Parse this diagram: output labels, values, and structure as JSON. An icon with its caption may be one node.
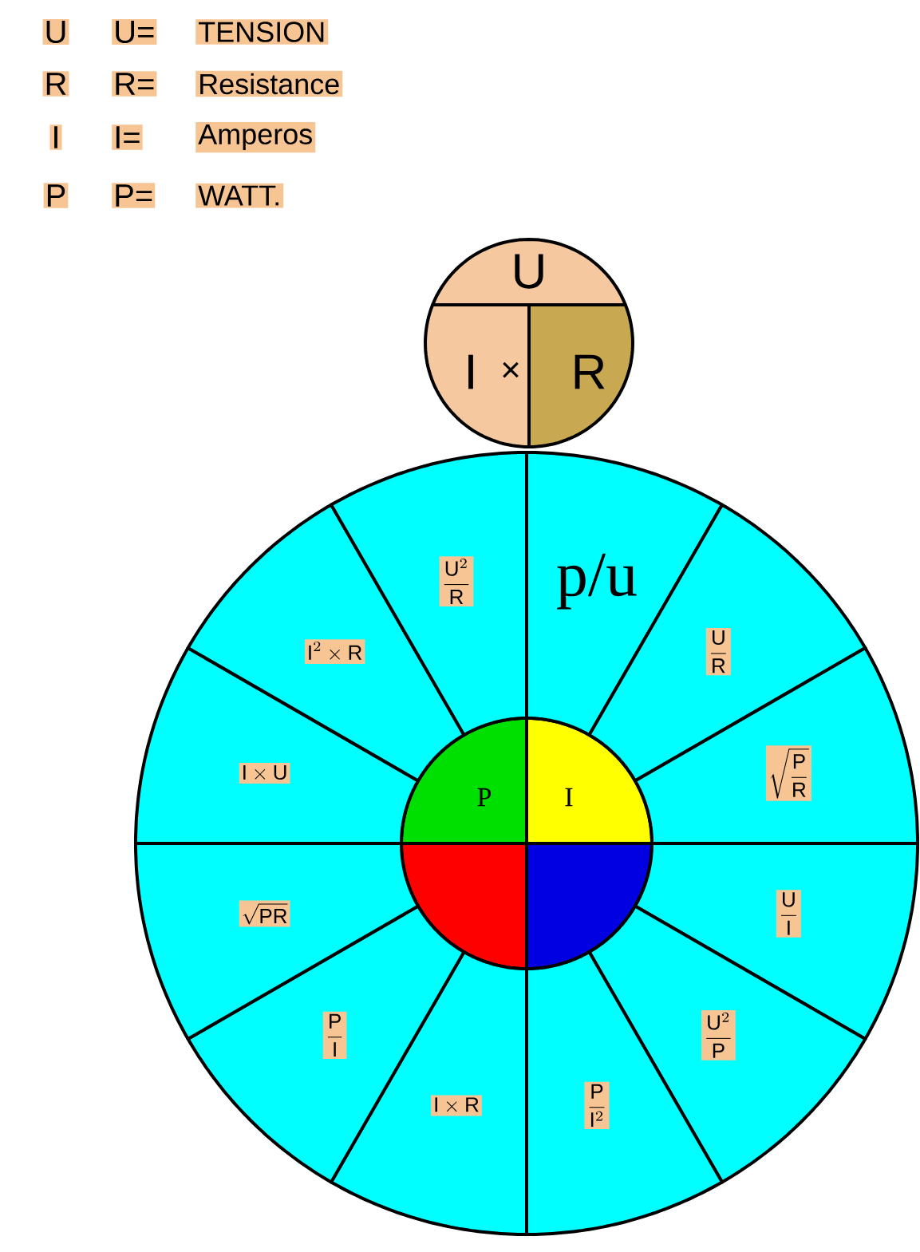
{
  "diagram": {
    "nodes": [
      {
        "text": [
          "U"
        ]
      },
      {
        "text": [
          "I"
        ]
      },
      {
        "text": [
          "R"
        ]
      },
      {
        "text": [
          "P"
        ]
      },
      {
        "text": [
          "I"
        ]
      },
      {
        "text": [],
        "shape": "sector"
      },
      {
        "text": [],
        "shape": "sector"
      },
      {
        "text": [
          "p/u"
        ]
      },
      {
        "text": [
          "\\frac{\\mathrm{U}}{\\mathrm{R}}"
        ]
      },
      {
        "text": [
          "\\sqrt{\\frac{\\mathrm{P}}{\\mathrm{R}}}"
        ]
      },
      {
        "text": [
          "\\frac{\\mathrm{U}}{\\mathrm{I}}"
        ]
      },
      {
        "text": [
          "\\frac{\\mathrm{U}^{2}}{\\mathrm{P}}"
        ]
      },
      {
        "text": [
          "\\frac{\\mathrm{P}}{\\mathrm{I}^{2}}"
        ]
      },
      {
        "text": [
          "\\mathrm{I}\\times \\mathrm{R}"
        ]
      },
      {
        "text": [
          "\\frac{\\mathrm{P}}{\\mathrm{I}}"
        ]
      },
      {
        "text": [
          "\\sqrt{\\mathrm{PR}}"
        ]
      },
      {
        "text": [
          "\\mathrm{I}\\times \\mathrm{U}"
        ]
      },
      {
        "text": [
          "\\mathrm{I}^{2}\\times \\mathrm{R}"
        ]
      },
      {
        "text": [
          "\\frac{\\mathrm{U}^{2}}{\\mathrm{R}}"
        ]
      }
    ],
    "labels": [
      "U",
      "U=",
      "TENSION",
      "R",
      "R=",
      "Resistance",
      "I",
      "I=",
      "Amperos",
      "P",
      "P=",
      "WATT.",
      "×"
    ]
  }
}
